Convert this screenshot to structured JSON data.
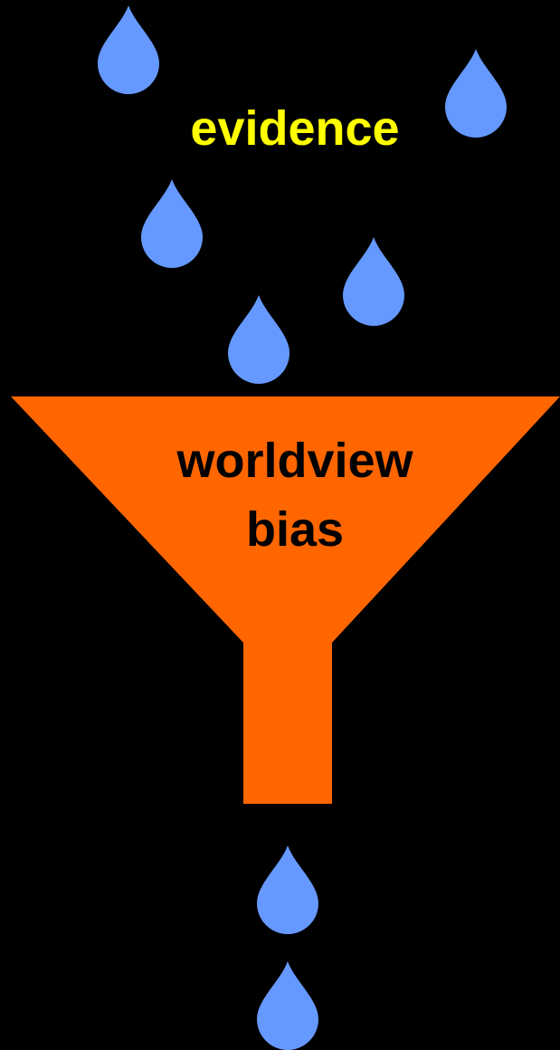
{
  "diagram": {
    "top_label": "evidence",
    "funnel_label_line1": "worldview",
    "funnel_label_line2": "bias"
  },
  "colors": {
    "background": "#000000",
    "drop": "#6699ff",
    "funnel": "#ff6600",
    "top_label": "#ffff00",
    "funnel_label": "#000000"
  }
}
